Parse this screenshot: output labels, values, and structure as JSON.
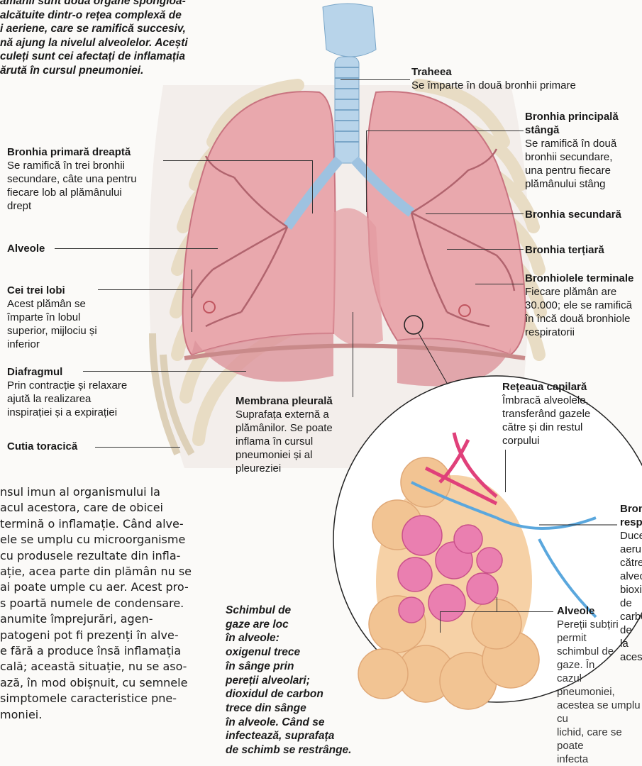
{
  "intro_lines": [
    "ămânii sunt două organe spongioa-",
    "alcătuite dintr-o rețea complexă de",
    "i aeriene, care se ramifică succesiv,",
    "nă ajung la nivelul alveolelor. Acești",
    "culeți sunt cei afectați de inflamația",
    "ărută în cursul pneumoniei."
  ],
  "labels": {
    "traheea": {
      "title": "Traheea",
      "text": "Se împarte în două bronhii primare"
    },
    "bronhia_principala_stanga": {
      "title": "Bronhia principală\nstângă",
      "text": "Se ramifică în două\nbronhii secundare,\nuna pentru fiecare\nplămânului stâng"
    },
    "bronhia_secundara": {
      "title": "Bronhia secundară"
    },
    "bronhia_tertiara": {
      "title": "Bronhia terțiară"
    },
    "bronhiolele_terminale": {
      "title": "Bronhiolele terminale",
      "text": "Fiecare plămân are\n30.000; ele se ramifică\nîn încă două bronhiole\nrespiratorii"
    },
    "bronhia_primara_dreapta": {
      "title": "Bronhia primară dreaptă",
      "text": "Se ramifică în trei bronhii\nsecundare, câte una pentru\nfiecare lob al plămânului\ndrept"
    },
    "alveole_left": {
      "title": "Alveole"
    },
    "cei_trei_lobi": {
      "title": "Cei trei lobi",
      "text": "Acest plămân se\nîmparte în lobul\nsuperior, mijlociu și\ninferior"
    },
    "diafragmul": {
      "title": "Diafragmul",
      "text": "Prin contracție și relaxare\najută la realizarea\ninspirației și a expirației"
    },
    "cutia_toracica": {
      "title": "Cutia toracică"
    },
    "membrana_pleurala": {
      "title": "Membrana pleurală",
      "text": "Suprafața externă a\nplămânilor. Se poate\ninflama în cursul\npneumoniei și al\npleureziei"
    },
    "reteaua_capilara": {
      "title": "Rețeaua capilară",
      "text": "Îmbracă alveolele,\ntransferând gazele\ncătre și din restul\ncorpului"
    },
    "bronhiola_respiratorie": {
      "title": "Bronhiola\nrespiratorie",
      "text": "Duce aerul\ncătre alveole;\nbioxidul\nde carbon\nde la acestea"
    },
    "alveole_right": {
      "title": "Alveole",
      "text": "Pereții subțiri permit\nschimbul de gaze. În\ncazul pneumoniei,\nacestea se umplu cu\nlichid, care se poate\ninfecta"
    }
  },
  "body_lines": [
    "nsul imun al organismului la",
    "acul acestora, care de obicei",
    "termină o inflamație. Când alve-",
    "ele se umplu cu microorganisme",
    "cu produsele rezultate din infla-",
    "ație, acea parte din plămân nu se",
    "ai poate umple cu aer. Acest pro-",
    "s poartă numele de condensare.",
    " anumite împrejurări, agen-",
    "patogeni pot fi prezenți în alve-",
    "e fără a produce însă inflamația",
    "cală; această situație, nu se aso-",
    "ază, în mod obișnuit, cu semnele",
    "simptomele caracteristice pne-",
    "moniei."
  ],
  "gas_exchange_lines": [
    "Schimbul de",
    "gaze are loc",
    "în alveole:",
    "oxigenul trece",
    "în sânge prin",
    "pereții alveolari;",
    "dioxidul de carbon",
    "trece din sânge",
    "în alveole. Când se",
    "infectează, suprafața",
    "de schimb se restrânge."
  ],
  "colors": {
    "lung": "#e9a8ad",
    "lung_dark": "#c97480",
    "trachea": "#b8d4ea",
    "rib": "#f3ecdc",
    "capillary_red": "#e0407a",
    "capillary_blue": "#5aa7dd",
    "alveoli": "#f6d1a6"
  }
}
